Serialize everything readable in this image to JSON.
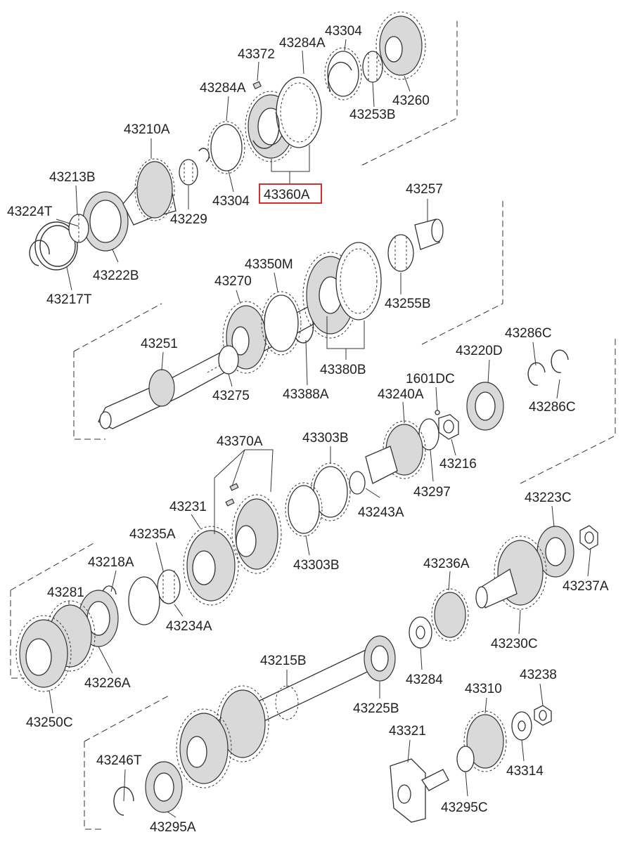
{
  "highlight_color": "#d32f2f",
  "part_numbers": {
    "p43304_top": "43304",
    "p43284A_top": "43284A",
    "p43372": "43372",
    "p43284A_mid": "43284A",
    "p43260": "43260",
    "p43253B": "43253B",
    "p43210A": "43210A",
    "p43213B": "43213B",
    "p43229": "43229",
    "p43304_low": "43304",
    "p43360A": "43360A",
    "p43224T": "43224T",
    "p43222B": "43222B",
    "p43217T": "43217T",
    "p43257": "43257",
    "p43350M": "43350M",
    "p43270": "43270",
    "p43255B": "43255B",
    "p43251": "43251",
    "p43275": "43275",
    "p43388A": "43388A",
    "p43380B": "43380B",
    "p43286C_top": "43286C",
    "p43220D": "43220D",
    "p1601DC": "1601DC",
    "p43286C_low": "43286C",
    "p43240A": "43240A",
    "p43370A": "43370A",
    "p43303B_top": "43303B",
    "p43216": "43216",
    "p43231": "43231",
    "p43297": "43297",
    "p43243A": "43243A",
    "p43235A": "43235A",
    "p43223C": "43223C",
    "p43218A": "43218A",
    "p43303B_low": "43303B",
    "p43236A": "43236A",
    "p43281": "43281",
    "p43237A": "43237A",
    "p43234A": "43234A",
    "p43230C": "43230C",
    "p43215B": "43215B",
    "p43226A": "43226A",
    "p43284": "43284",
    "p43238": "43238",
    "p43250C": "43250C",
    "p43310": "43310",
    "p43225B": "43225B",
    "p43321": "43321",
    "p43246T": "43246T",
    "p43314": "43314",
    "p43295C": "43295C",
    "p43295A": "43295A"
  }
}
